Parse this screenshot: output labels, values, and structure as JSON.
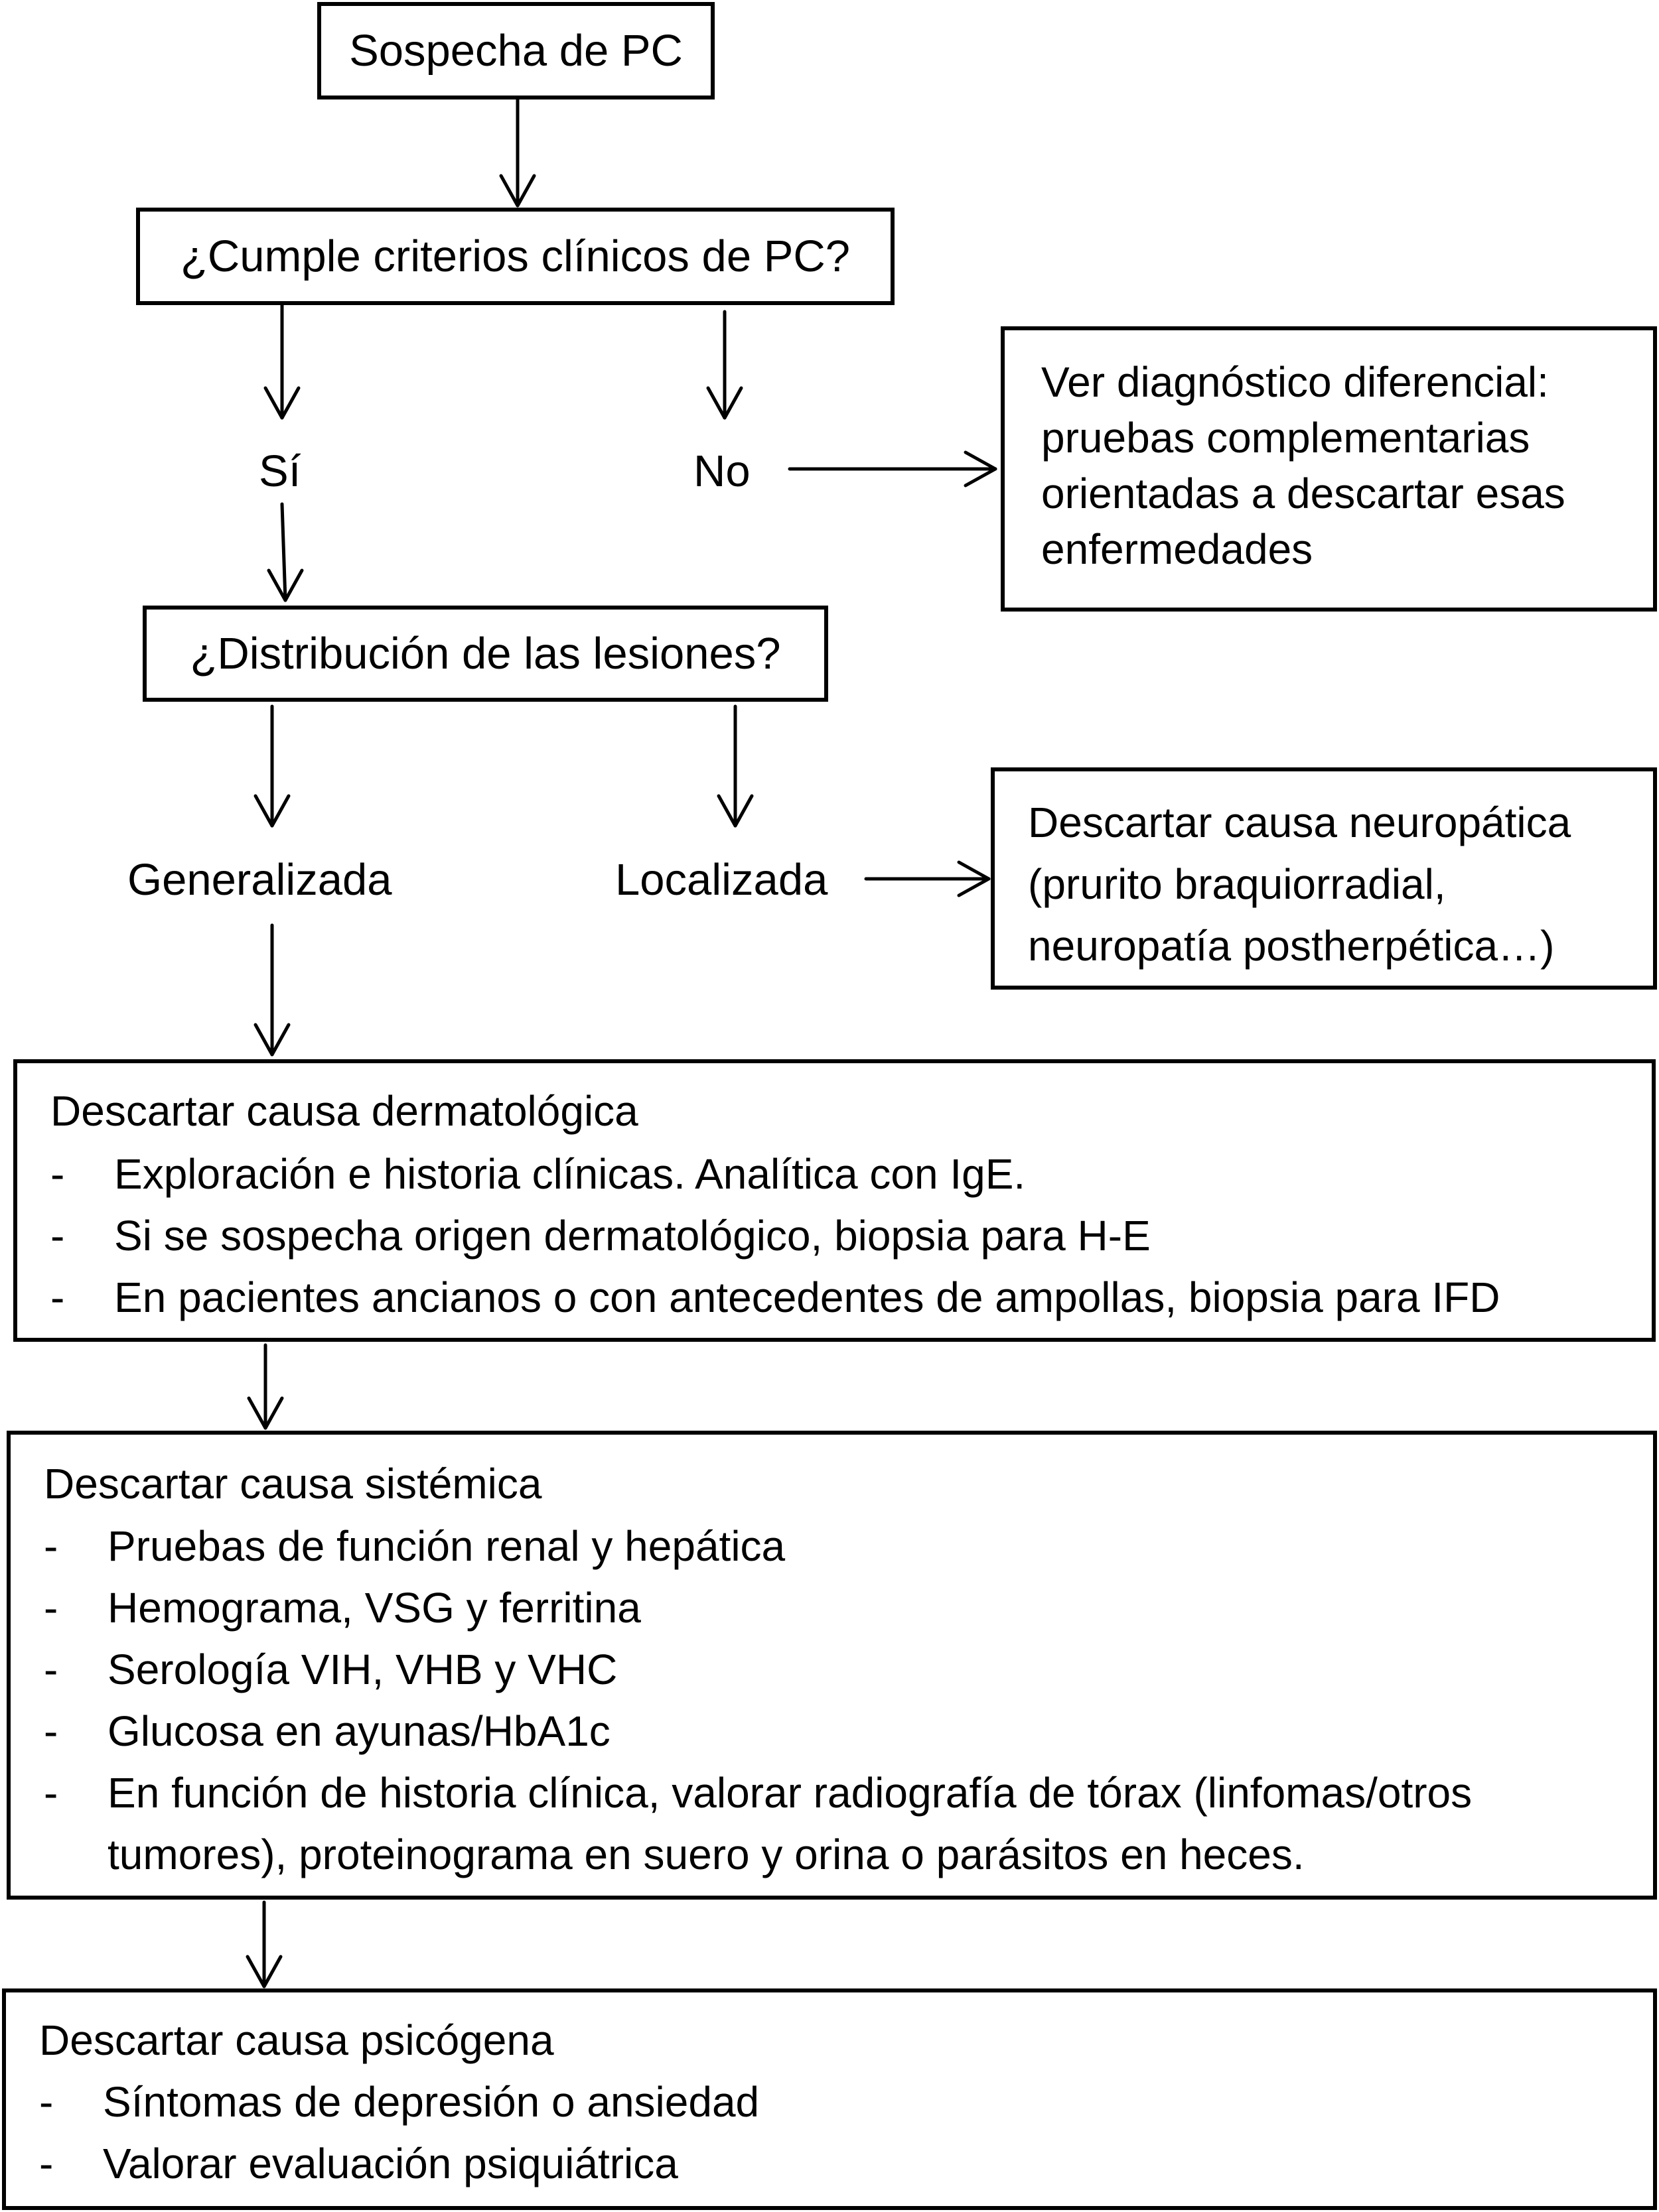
{
  "start": "Sospecha de PC",
  "q1": "¿Cumple criterios clínicos de PC?",
  "yes": "Sí",
  "no": "No",
  "diff": {
    "lines": [
      "Ver diagnóstico diferencial:",
      "pruebas complementarias",
      "orientadas a descartar esas",
      "enfermedades"
    ]
  },
  "q2": "¿Distribución de las lesiones?",
  "generalized": "Generalizada",
  "localized": "Localizada",
  "neuro": {
    "lines": [
      "Descartar causa neuropática",
      "(prurito braquiorradial,",
      "neuropatía postherpética…)"
    ]
  },
  "derm": {
    "title": "Descartar causa dermatológica",
    "items": [
      "Exploración e historia clínicas. Analítica con IgE.",
      "Si se sospecha origen dermatológico, biopsia para H-E",
      "En pacientes ancianos o con antecedentes de ampollas, biopsia para IFD"
    ]
  },
  "systemic": {
    "title": "Descartar causa sistémica",
    "items": [
      "Pruebas de función renal  y hepática",
      "Hemograma, VSG y ferritina",
      "Serología VIH, VHB y VHC",
      "Glucosa en ayunas/HbA1c",
      "En función de historia clínica, valorar radiografía de tórax (linfomas/otros",
      "tumores), proteinograma en suero y orina o parásitos en heces."
    ]
  },
  "psych": {
    "title": "Descartar causa psicógena",
    "items": [
      "Síntomas de depresión o ansiedad",
      "Valorar evaluación psiquiátrica"
    ]
  }
}
